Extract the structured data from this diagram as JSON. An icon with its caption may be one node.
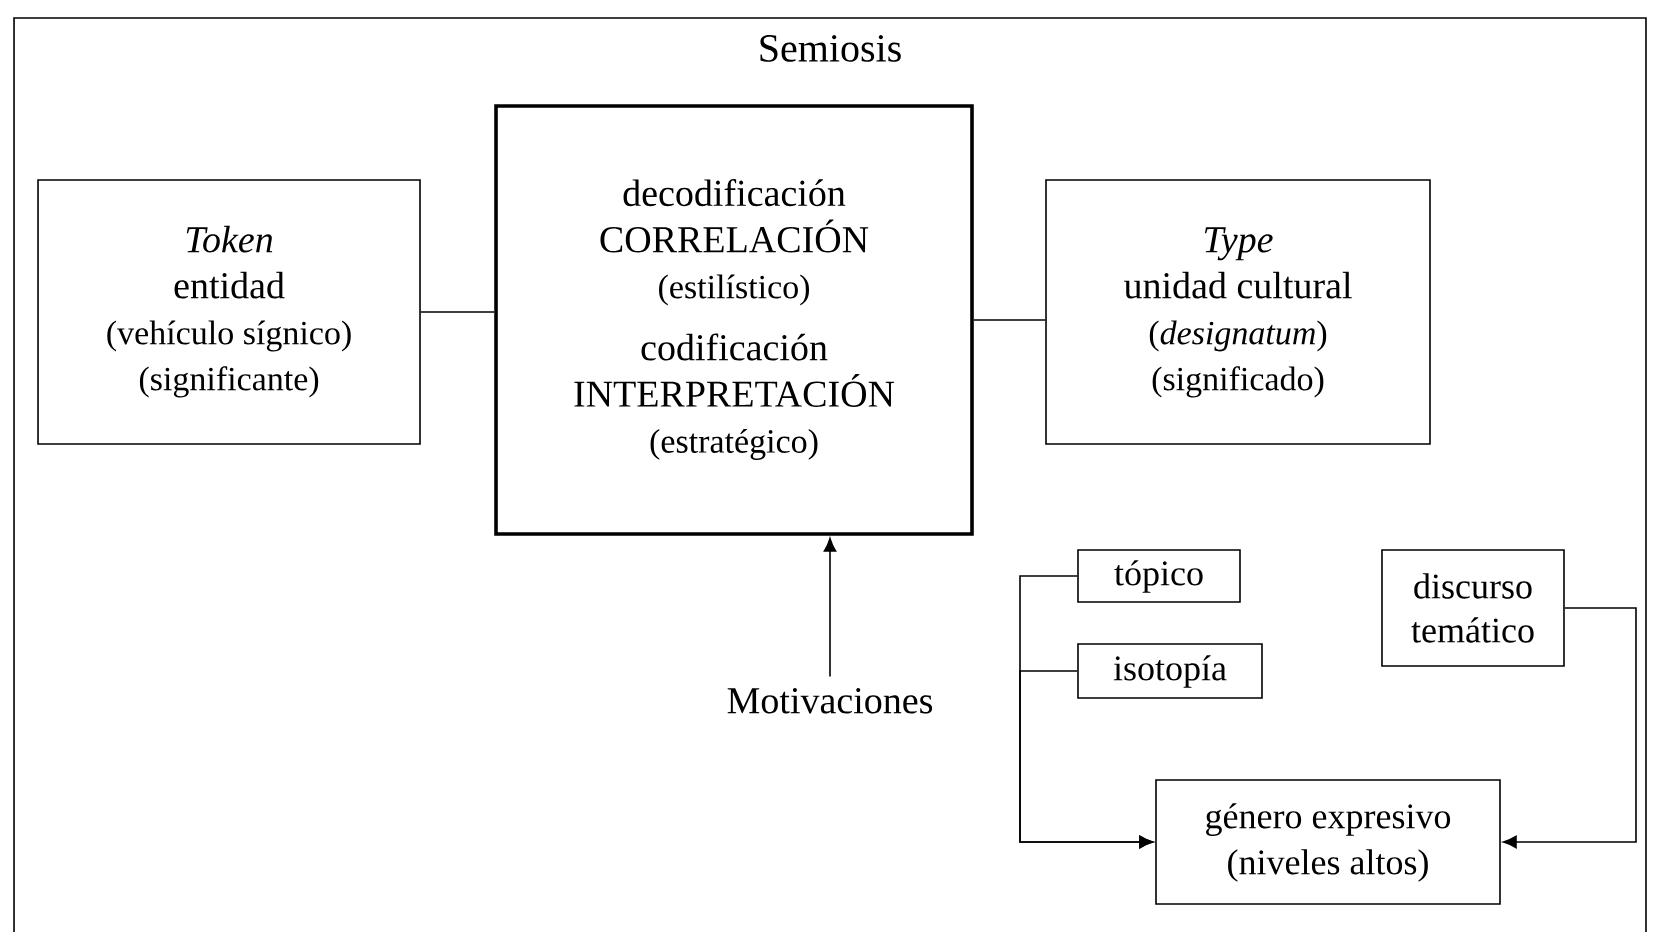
{
  "diagram": {
    "nodes": [
      {
        "text": [
          "Semiosis"
        ]
      },
      {
        "text": [
          "Token",
          "entidad",
          "(vehículo sígnico)",
          "(significante)"
        ],
        "in": 0
      },
      {
        "text": [
          "decodificación",
          "CORRELACIÓN",
          "(estilístico)",
          "codificación",
          "INTERPRETACIÓN",
          "(estratégico)"
        ],
        "in": 0
      },
      {
        "text": [
          "Type",
          "unidad cultural",
          "(*designatum*)",
          "(significado)"
        ],
        "in": 0
      },
      {
        "text": [
          "Motivaciones"
        ],
        "in": 0
      },
      {
        "text": [
          "tópico"
        ],
        "in": 0
      },
      {
        "text": [
          "isotopía"
        ],
        "in": 0
      },
      {
        "text": [
          "discurso temático"
        ],
        "in": 0
      },
      {
        "text": [
          "género expresivo",
          "(niveles altos)"
        ],
        "in": 0
      }
    ],
    "edges": [
      {
        "from": 1,
        "to": 2,
        "arrow": "none"
      },
      {
        "from": 2,
        "to": 3,
        "arrow": "none"
      },
      {
        "from": 4,
        "to": 2,
        "arrow": "to"
      },
      {
        "from": 5,
        "to": 8,
        "arrow": "to"
      },
      {
        "from": 6,
        "to": 8,
        "arrow": "to"
      },
      {
        "from": 7,
        "to": 8,
        "arrow": "to"
      }
    ]
  }
}
